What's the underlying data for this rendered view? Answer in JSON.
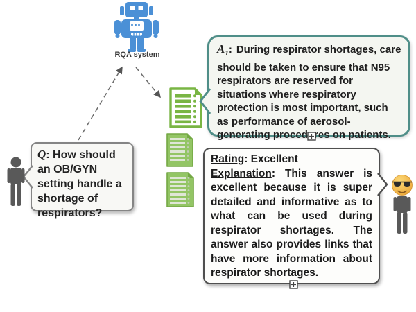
{
  "robot": {
    "label": "RQA system"
  },
  "question_bubble": {
    "label": "Q",
    "text": ": How should an OB/GYN setting handle a shortage of respirators?"
  },
  "answer_bubble": {
    "label": "A",
    "label_sub": "1",
    "separator": ":",
    "text": "During respirator shortages, care should be taken to ensure that N95 respirators are reserved for situations where respiratory protection is most important, such as performance of aerosol-generating procedures on patients. ..."
  },
  "rating_bubble": {
    "rating_label": "Rating",
    "rating_value": ": Excellent",
    "explanation_label": "Explanation",
    "explanation_text": ": This answer is excellent because it is super detailed and informative as to what can be used during respirator shortages. The answer also provides links that have more information about respirator shortages."
  },
  "icons": {
    "robot": "rqa-robot-icon",
    "documents": [
      "retrieved-document-icon-large",
      "retrieved-document-icon-small-1",
      "retrieved-document-icon-small-2"
    ],
    "user": "user-person-icon",
    "evaluator": "evaluator-sunglasses-emoji-icon",
    "expand_handle": "expand-handle-icon",
    "arrows": [
      "question-to-system-arrow",
      "system-to-documents-arrow"
    ]
  },
  "colors": {
    "robot_blue": "#4b90d6",
    "document_green_border": "#79b544",
    "document_green_fill": "#93c565",
    "answer_border_teal": "#4f8e88",
    "question_border_gray": "#858585",
    "rating_border_dark": "#4f4f4f",
    "person_gray": "#595959",
    "emoji_yellow": "#f4b93f",
    "arrow_gray": "#6a6a6a",
    "text_dark": "#1f1f1f"
  }
}
